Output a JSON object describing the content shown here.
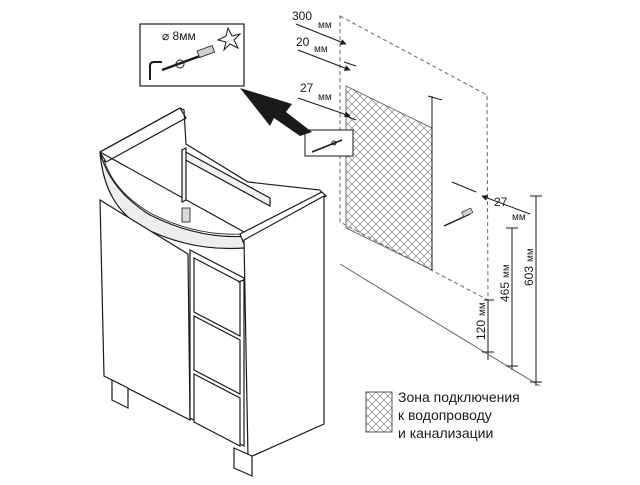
{
  "callout": {
    "diameter_label": "⌀ 8мм"
  },
  "dimensions": {
    "d300": {
      "value": "300",
      "unit": "мм"
    },
    "d20": {
      "value": "20",
      "unit": "мм"
    },
    "d27_top": {
      "value": "27",
      "unit": "мм"
    },
    "d27_right": {
      "value": "27",
      "unit": "мм"
    },
    "d465": {
      "value": "465",
      "unit": "мм"
    },
    "d603": {
      "value": "603",
      "unit": "мм"
    },
    "d120": {
      "value": "120",
      "unit": "мм"
    }
  },
  "legend": {
    "line1": "Зона подключения",
    "line2": "к водопроводу",
    "line3": "и канализации"
  },
  "colors": {
    "line": "#1a1a1a",
    "dashed": "#666666",
    "hatch": "#8a8a8a",
    "shade": "#e6e6e6"
  }
}
